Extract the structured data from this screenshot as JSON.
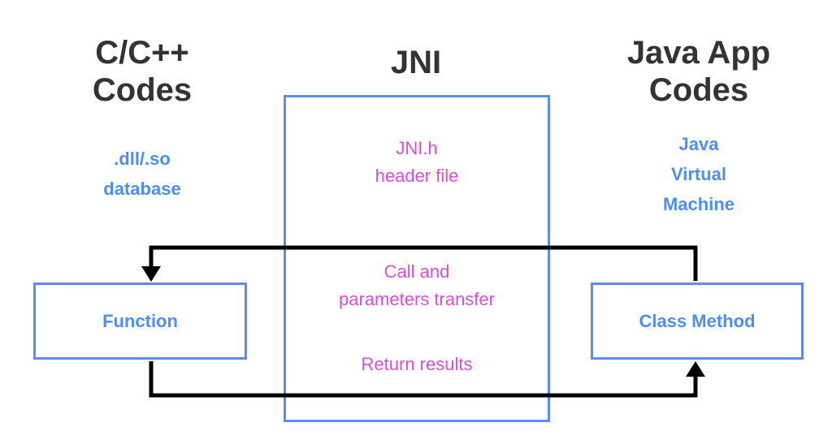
{
  "titles": {
    "left": [
      "C/C++",
      "Codes"
    ],
    "middle": "JNI",
    "right": [
      "Java App",
      "Codes"
    ]
  },
  "left_column": {
    "subtitle": [
      ".dll/.so",
      "database"
    ],
    "box_label": "Function"
  },
  "middle_column": {
    "subtitle": [
      "JNI.h",
      "header file"
    ],
    "call_text": [
      "Call and",
      "parameters transfer"
    ],
    "return_text": "Return results"
  },
  "right_column": {
    "subtitle": [
      "Java",
      "Virtual",
      "Machine"
    ],
    "box_label": "Class Method"
  },
  "colors": {
    "title": "#333333",
    "blue_text": "#4d8ff0",
    "box_border": "#5b8def",
    "pink_text": "#d64fd6",
    "arrow": "#000000"
  }
}
